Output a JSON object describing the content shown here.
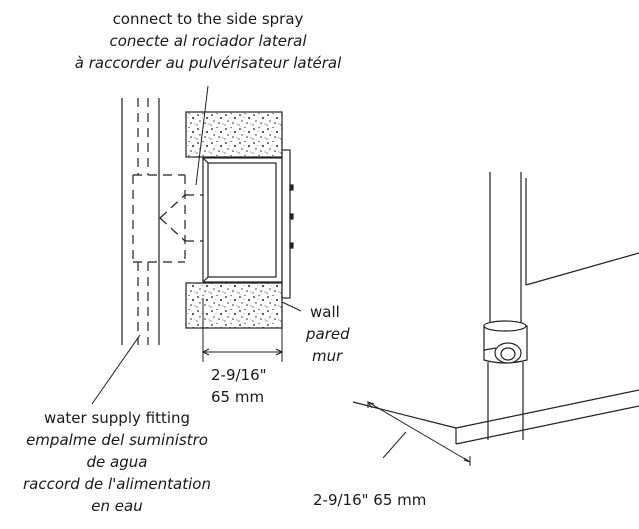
{
  "labels": {
    "side_spray": {
      "en": "connect to the side spray",
      "es": "conecte al rociador lateral",
      "fr": "à raccorder au pulvérisateur latéral"
    },
    "wall": {
      "en": "wall",
      "es": "pared",
      "fr": "mur"
    },
    "depth_front": {
      "imperial": "2-9/16\"",
      "metric": "65 mm"
    },
    "water_supply": {
      "en": "water supply fitting",
      "es_line1": "empalme del suministro",
      "es_line2": "de agua",
      "fr_line1": "raccord de l'alimentation",
      "fr_line2": "en eau"
    },
    "depth_iso": "2-9/16\" 65 mm"
  }
}
